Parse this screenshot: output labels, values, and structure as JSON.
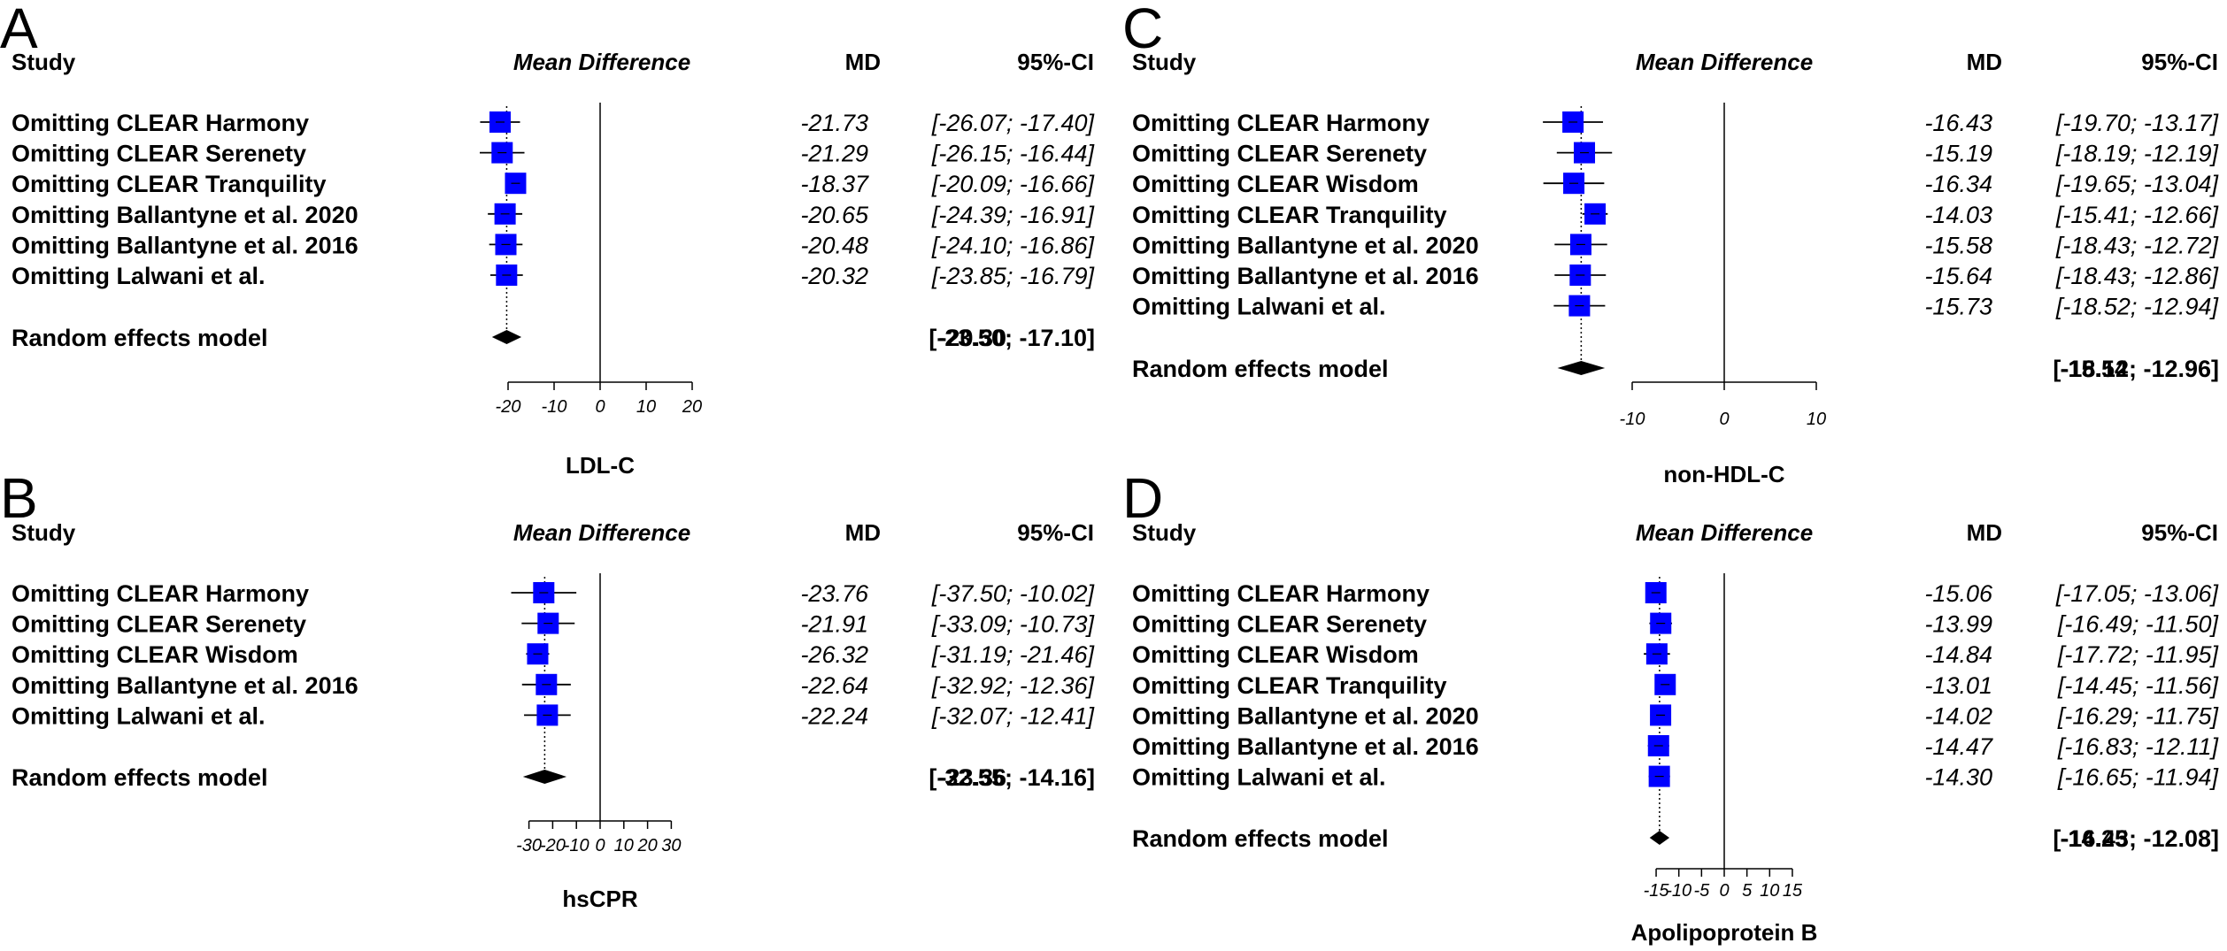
{
  "header_labels": {
    "study": "Study",
    "effect": "Mean Difference",
    "md": "MD",
    "ci": "95%-CI",
    "model": "Random effects model"
  },
  "colors": {
    "box": "#0000ff",
    "diamond": "#000000"
  },
  "chart_data": [
    {
      "panel": "A",
      "type": "forest",
      "xlabel": "LDL-C",
      "xlim": [
        -20,
        20
      ],
      "ticks": [
        -20,
        -10,
        0,
        10,
        20
      ],
      "studies": [
        {
          "label": "Omitting CLEAR Harmony",
          "md": -21.73,
          "lo": -26.07,
          "hi": -17.4,
          "md_text": "-21.73",
          "ci_text": "[-26.07; -17.40]",
          "weight": 1
        },
        {
          "label": "Omitting CLEAR Serenety",
          "md": -21.29,
          "lo": -26.15,
          "hi": -16.44,
          "md_text": "-21.29",
          "ci_text": "[-26.15; -16.44]",
          "weight": 1
        },
        {
          "label": "Omitting CLEAR Tranquility",
          "md": -18.37,
          "lo": -20.09,
          "hi": -16.66,
          "md_text": "-18.37",
          "ci_text": "[-20.09; -16.66]",
          "weight": 1
        },
        {
          "label": "Omitting Ballantyne et al. 2020",
          "md": -20.65,
          "lo": -24.39,
          "hi": -16.91,
          "md_text": "-20.65",
          "ci_text": "[-24.39; -16.91]",
          "weight": 1
        },
        {
          "label": "Omitting Ballantyne et al. 2016",
          "md": -20.48,
          "lo": -24.1,
          "hi": -16.86,
          "md_text": "-20.48",
          "ci_text": "[-24.10; -16.86]",
          "weight": 1
        },
        {
          "label": "Omitting Lalwani et al.",
          "md": -20.32,
          "lo": -23.85,
          "hi": -16.79,
          "md_text": "-20.32",
          "ci_text": "[-23.85; -16.79]",
          "weight": 1
        }
      ],
      "pooled": {
        "md": -20.3,
        "lo": -23.5,
        "hi": -17.1,
        "md_text": "-20.30",
        "ci_text": "[-23.50; -17.10]"
      }
    },
    {
      "panel": "B",
      "type": "forest",
      "xlabel": "hsCPR",
      "xlim": [
        -30,
        30
      ],
      "ticks": [
        -30,
        -20,
        -10,
        0,
        10,
        20,
        30
      ],
      "studies": [
        {
          "label": "Omitting CLEAR Harmony",
          "md": -23.76,
          "lo": -37.5,
          "hi": -10.02,
          "md_text": "-23.76",
          "ci_text": "[-37.50; -10.02]",
          "weight": 1
        },
        {
          "label": "Omitting CLEAR Serenety",
          "md": -21.91,
          "lo": -33.09,
          "hi": -10.73,
          "md_text": "-21.91",
          "ci_text": "[-33.09; -10.73]",
          "weight": 1
        },
        {
          "label": "Omitting CLEAR Wisdom",
          "md": -26.32,
          "lo": -31.19,
          "hi": -21.46,
          "md_text": "-26.32",
          "ci_text": "[-31.19; -21.46]",
          "weight": 1
        },
        {
          "label": "Omitting Ballantyne et al. 2016",
          "md": -22.64,
          "lo": -32.92,
          "hi": -12.36,
          "md_text": "-22.64",
          "ci_text": "[-32.92; -12.36]",
          "weight": 1
        },
        {
          "label": "Omitting Lalwani et al.",
          "md": -22.24,
          "lo": -32.07,
          "hi": -12.41,
          "md_text": "-22.24",
          "ci_text": "[-32.07; -12.41]",
          "weight": 1
        }
      ],
      "pooled": {
        "md": -23.36,
        "lo": -32.55,
        "hi": -14.16,
        "md_text": "-23.36",
        "ci_text": "[-32.55; -14.16]"
      }
    },
    {
      "panel": "C",
      "type": "forest",
      "xlabel": "non-HDL-C",
      "xlim": [
        -10,
        10
      ],
      "ticks": [
        -10,
        0,
        10
      ],
      "studies": [
        {
          "label": "Omitting CLEAR Harmony",
          "md": -16.43,
          "lo": -19.7,
          "hi": -13.17,
          "md_text": "-16.43",
          "ci_text": "[-19.70; -13.17]",
          "weight": 1
        },
        {
          "label": "Omitting CLEAR Serenety",
          "md": -15.19,
          "lo": -18.19,
          "hi": -12.19,
          "md_text": "-15.19",
          "ci_text": "[-18.19; -12.19]",
          "weight": 1
        },
        {
          "label": "Omitting CLEAR Wisdom",
          "md": -16.34,
          "lo": -19.65,
          "hi": -13.04,
          "md_text": "-16.34",
          "ci_text": "[-19.65; -13.04]",
          "weight": 1
        },
        {
          "label": "Omitting CLEAR Tranquility",
          "md": -14.03,
          "lo": -15.41,
          "hi": -12.66,
          "md_text": "-14.03",
          "ci_text": "[-15.41; -12.66]",
          "weight": 1
        },
        {
          "label": "Omitting Ballantyne et al. 2020",
          "md": -15.58,
          "lo": -18.43,
          "hi": -12.72,
          "md_text": "-15.58",
          "ci_text": "[-18.43; -12.72]",
          "weight": 1
        },
        {
          "label": "Omitting Ballantyne et al. 2016",
          "md": -15.64,
          "lo": -18.43,
          "hi": -12.86,
          "md_text": "-15.64",
          "ci_text": "[-18.43; -12.86]",
          "weight": 1
        },
        {
          "label": "Omitting Lalwani et al.",
          "md": -15.73,
          "lo": -18.52,
          "hi": -12.94,
          "md_text": "-15.73",
          "ci_text": "[-18.52; -12.94]",
          "weight": 1
        }
      ],
      "pooled": {
        "md": -15.54,
        "lo": -18.12,
        "hi": -12.96,
        "md_text": "-15.54",
        "ci_text": "[-18.12; -12.96]"
      }
    },
    {
      "panel": "D",
      "type": "forest",
      "xlabel": "Apolipoprotein B",
      "xlim": [
        -15,
        15
      ],
      "ticks": [
        -15,
        -10,
        -5,
        0,
        5,
        10,
        15
      ],
      "studies": [
        {
          "label": "Omitting CLEAR Harmony",
          "md": -15.06,
          "lo": -17.05,
          "hi": -13.06,
          "md_text": "-15.06",
          "ci_text": "[-17.05; -13.06]",
          "weight": 1
        },
        {
          "label": "Omitting CLEAR Serenety",
          "md": -13.99,
          "lo": -16.49,
          "hi": -11.5,
          "md_text": "-13.99",
          "ci_text": "[-16.49; -11.50]",
          "weight": 1
        },
        {
          "label": "Omitting CLEAR Wisdom",
          "md": -14.84,
          "lo": -17.72,
          "hi": -11.95,
          "md_text": "-14.84",
          "ci_text": "[-17.72; -11.95]",
          "weight": 1
        },
        {
          "label": "Omitting CLEAR Tranquility",
          "md": -13.01,
          "lo": -14.45,
          "hi": -11.56,
          "md_text": "-13.01",
          "ci_text": "[-14.45; -11.56]",
          "weight": 1
        },
        {
          "label": "Omitting Ballantyne et al. 2020",
          "md": -14.02,
          "lo": -16.29,
          "hi": -11.75,
          "md_text": "-14.02",
          "ci_text": "[-16.29; -11.75]",
          "weight": 1
        },
        {
          "label": "Omitting Ballantyne et al. 2016",
          "md": -14.47,
          "lo": -16.83,
          "hi": -12.11,
          "md_text": "-14.47",
          "ci_text": "[-16.83; -12.11]",
          "weight": 1
        },
        {
          "label": "Omitting Lalwani et al.",
          "md": -14.3,
          "lo": -16.65,
          "hi": -11.94,
          "md_text": "-14.30",
          "ci_text": "[-16.65; -11.94]",
          "weight": 1
        }
      ],
      "pooled": {
        "md": -14.25,
        "lo": -16.43,
        "hi": -12.08,
        "md_text": "-14.25",
        "ci_text": "[-16.43; -12.08]"
      }
    }
  ]
}
